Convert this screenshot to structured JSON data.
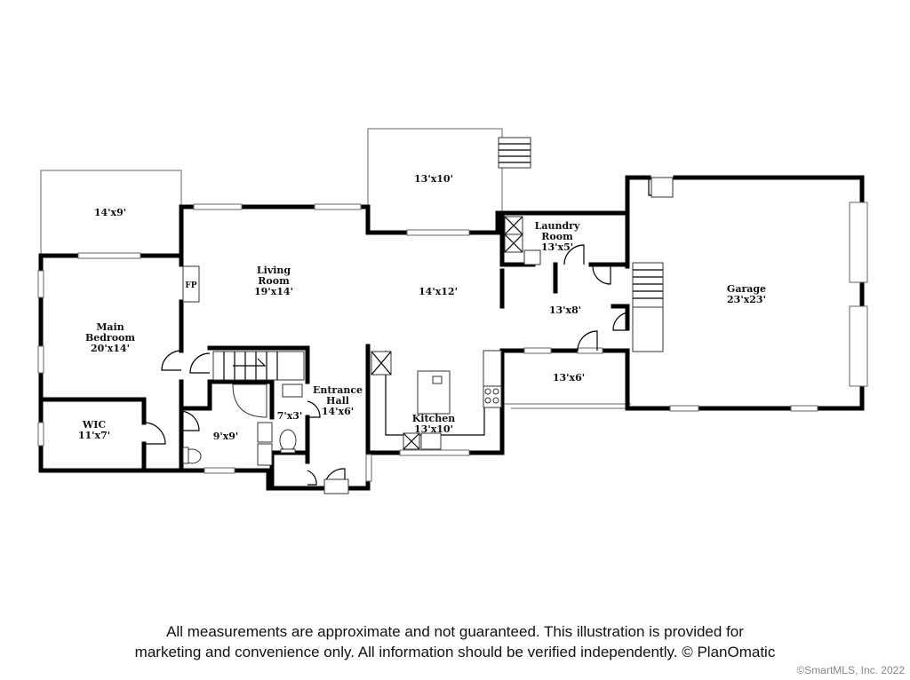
{
  "rooms": {
    "deck_left": "14'x9'",
    "deck_top": "13'x10'",
    "living_name_1": "Living",
    "living_name_2": "Room",
    "living_size": "19'x14'",
    "fireplace": "FP",
    "main_bed_name_1": "Main",
    "main_bed_name_2": "Bedroom",
    "main_bed_size": "20'x14'",
    "wic_name": "WIC",
    "wic_size": "11'x7'",
    "bath_size": "9'x9'",
    "closet_size": "7'x3'",
    "entrance_name_1": "Entrance",
    "entrance_name_2": "Hall",
    "entrance_size": "14'x6'",
    "dining_size": "14'x12'",
    "kitchen_name": "Kitchen",
    "kitchen_size": "13'x10'",
    "laundry_name_1": "Laundry",
    "laundry_name_2": "Room",
    "laundry_size": "13'x5'",
    "mudroom_size": "13'x8'",
    "porch_size": "13'x6'",
    "garage_name": "Garage",
    "garage_size": "23'x23'"
  },
  "disclaimer": {
    "line1": "All measurements are approximate and not guaranteed. This illustration is provided for",
    "line2": "marketing and convenience only. All information should be verified independently. © PlanOmatic"
  },
  "copyright": "©SmartMLS, Inc.  2022"
}
